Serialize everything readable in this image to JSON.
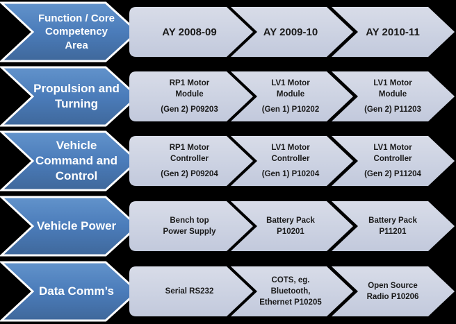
{
  "diagram_title": "Function / Core Competency roadmap by academic year",
  "colors": {
    "background": "#000000",
    "blue_fill_top": "#6293cb",
    "blue_fill_mid": "#4b7cba",
    "blue_fill_bottom": "#3f689b",
    "blue_border": "#ffffff",
    "gray_fill_top": "#d8dce8",
    "gray_fill_mid": "#ccd2e2",
    "gray_fill_bottom": "#c2c9dc",
    "blue_text": "#ffffff",
    "gray_text": "#1a1a1a"
  },
  "rows": [
    {
      "label": "Function / Core\nCompetency\nArea",
      "cells": [
        {
          "text": "AY 2008-09",
          "code": ""
        },
        {
          "text": "AY 2009-10",
          "code": ""
        },
        {
          "text": "AY 2010-11",
          "code": ""
        }
      ]
    },
    {
      "label": "Propulsion and\nTurning",
      "cells": [
        {
          "text": "RP1 Motor\nModule",
          "code": "(Gen 2) P09203"
        },
        {
          "text": "LV1 Motor\nModule",
          "code": "(Gen 1) P10202"
        },
        {
          "text": "LV1 Motor\nModule",
          "code": "(Gen 2) P11203"
        }
      ]
    },
    {
      "label": "Vehicle\nCommand and\nControl",
      "cells": [
        {
          "text": "RP1 Motor\nController",
          "code": "(Gen 2) P09204"
        },
        {
          "text": "LV1 Motor\nController",
          "code": "(Gen 1) P10204"
        },
        {
          "text": "LV1 Motor\nController",
          "code": "(Gen 2) P11204"
        }
      ]
    },
    {
      "label": "Vehicle Power",
      "cells": [
        {
          "text": "Bench top\nPower Supply",
          "code": ""
        },
        {
          "text": "Battery Pack\nP10201",
          "code": ""
        },
        {
          "text": "Battery Pack\nP11201",
          "code": ""
        }
      ]
    },
    {
      "label": "Data Comm’s",
      "cells": [
        {
          "text": "Serial RS232",
          "code": ""
        },
        {
          "text": "COTS, eg.\nBluetooth,\nEthernet P10205",
          "code": ""
        },
        {
          "text": "Open Source\nRadio P10206",
          "code": ""
        }
      ]
    }
  ]
}
